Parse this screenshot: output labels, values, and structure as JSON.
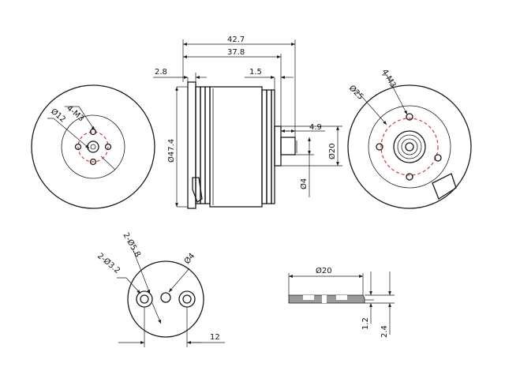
{
  "labels": {
    "len_total": "42.7",
    "len_body": "37.8",
    "flange_w": "2.8",
    "shaft_gap": "1.5",
    "shaft_ext": "4.9",
    "dia_motor": "Ø47.4",
    "dia_mount": "Ø20",
    "dia_shaft": "Ø4",
    "front_bolt": "4-M3",
    "front_pcd": "Ø12",
    "rear_bolt": "4-M3",
    "rear_pcd": "Ø25",
    "adapter_big": "2-Ø5.8",
    "adapter_small": "2-Ø3.2",
    "adapter_center": "Ø4",
    "adapter_spacing": "12",
    "washer_dia": "Ø20",
    "washer_t1": "1.2",
    "washer_t2": "2.4"
  }
}
